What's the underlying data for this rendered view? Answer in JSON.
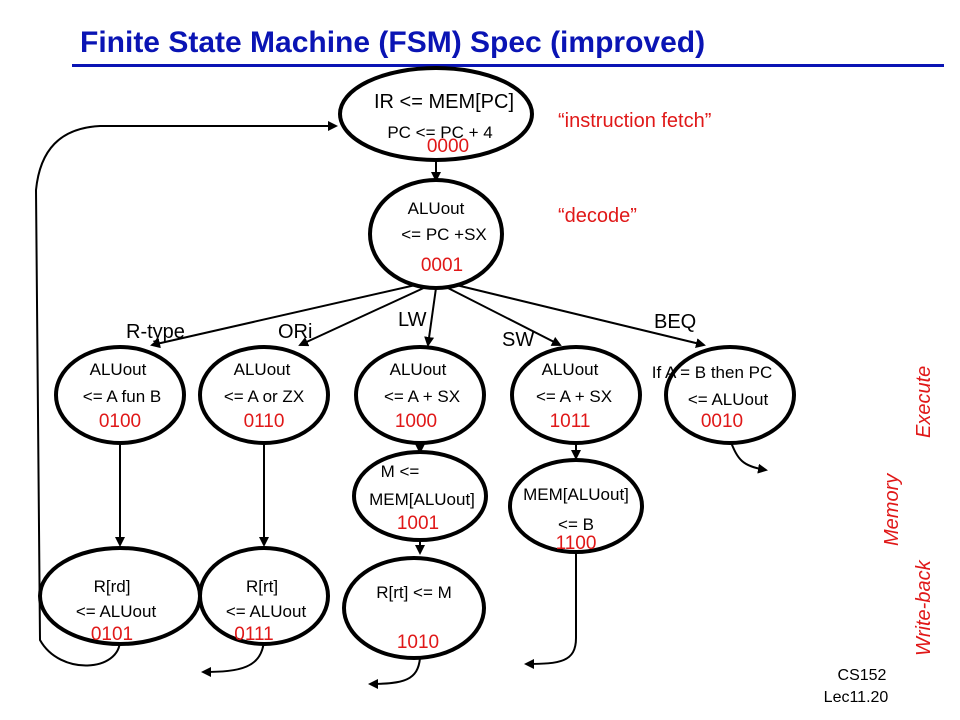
{
  "title": "Finite State Machine (FSM) Spec (improved)",
  "notes": {
    "fetch": "“instruction fetch”",
    "decode": "“decode”"
  },
  "edge_labels": {
    "rtype": "R-type",
    "ori": "ORi",
    "lw": "LW",
    "sw": "SW",
    "beq": "BEQ"
  },
  "stages": {
    "execute": "Execute",
    "memory": "Memory",
    "writeback": "Write-back"
  },
  "footer": {
    "line1": "CS152",
    "line2": "Lec11.20"
  },
  "states": {
    "fetch": {
      "line1": "IR <= MEM[PC]",
      "line2": "PC <= PC + 4",
      "code": "0000"
    },
    "decode": {
      "line1": "ALUout",
      "line2": "<= PC +SX",
      "code": "0001"
    },
    "rtype": {
      "line1": "ALUout",
      "line2": "<= A fun B",
      "code": "0100"
    },
    "ori": {
      "line1": "ALUout",
      "line2": "<= A or ZX",
      "code": "0110"
    },
    "lw": {
      "line1": "ALUout",
      "line2": "<= A + SX",
      "code": "1000"
    },
    "sw": {
      "line1": "ALUout",
      "line2": "<= A + SX",
      "code": "1011"
    },
    "beq": {
      "line1": "If A = B then PC",
      "line2": "<= ALUout",
      "code": "0010"
    },
    "lwmem": {
      "line1": "M <=",
      "line2": "MEM[ALUout]",
      "code": "1001"
    },
    "swmem": {
      "line1": "MEM[ALUout]",
      "line2": "<= B",
      "code": "1100"
    },
    "rtypewb": {
      "line1": "R[rd]",
      "line2": "<= ALUout",
      "code": "0101"
    },
    "oriwb": {
      "line1": "R[rt]",
      "line2": "<= ALUout",
      "code": "0111"
    },
    "lwwb": {
      "line1": "R[rt] <= M",
      "code": "1010"
    }
  }
}
